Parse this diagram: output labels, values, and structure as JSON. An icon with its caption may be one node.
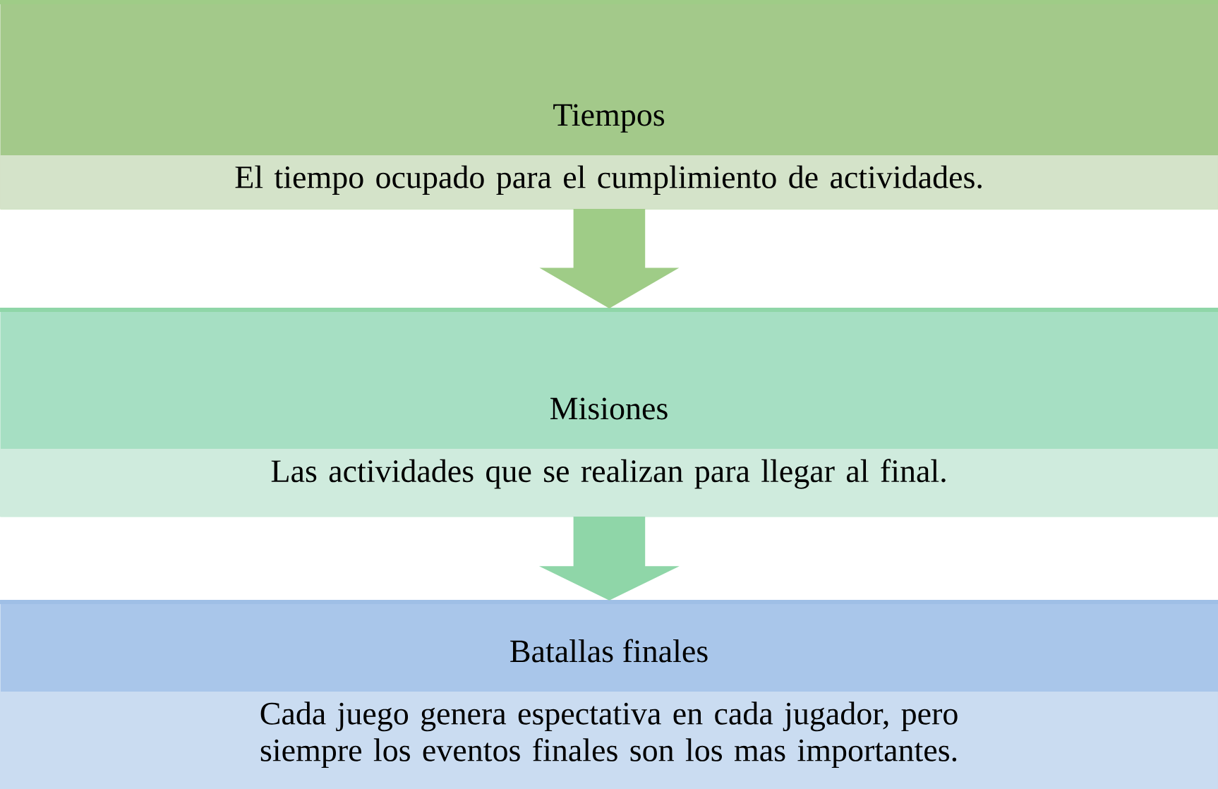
{
  "diagram": {
    "nodes": [
      {
        "text": [
          "Tiempos",
          "El tiempo ocupado para el cumplimiento de actividades."
        ]
      },
      {
        "text": [
          "Misiones",
          "Las actividades que se realizan para llegar al final."
        ]
      },
      {
        "text": [
          "Batallas finales",
          "Cada juego genera espectativa en cada jugador, pero siempre los eventos finales son los mas importantes."
        ]
      }
    ],
    "edges": [
      {
        "from": 0,
        "to": 1,
        "arrow": "to"
      },
      {
        "from": 1,
        "to": 2,
        "arrow": "to"
      }
    ]
  }
}
